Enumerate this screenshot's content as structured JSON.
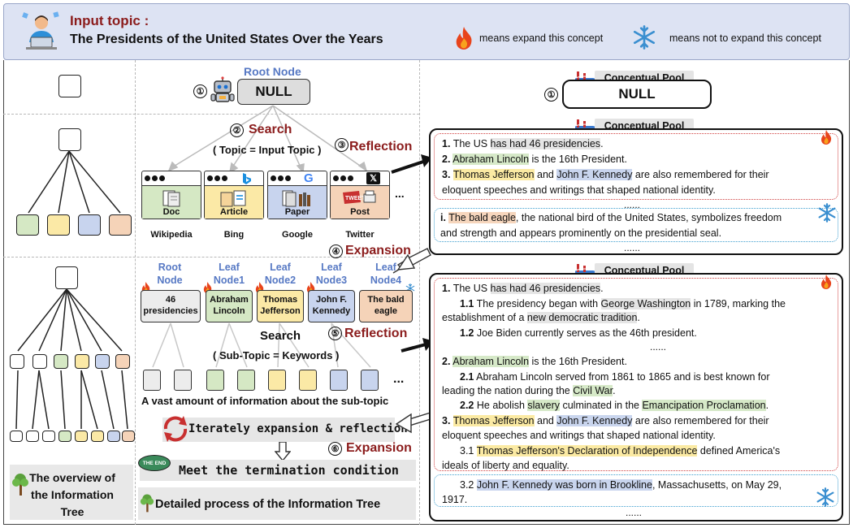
{
  "header": {
    "label": "Input topic :",
    "topic": "The Presidents of the United States Over the Years",
    "legend_expand": "means expand this concept",
    "legend_not_expand": "means not to expand this concept"
  },
  "left_column": {
    "overview_title": "The overview of the Information Tree"
  },
  "middle": {
    "root_label": "Root Node",
    "null": "NULL",
    "step1": "①",
    "step2_num": "②",
    "step2": "Search",
    "topic_eq": "( Topic = Input Topic )",
    "step3_num": "③",
    "step3": "Reflection",
    "sources": [
      {
        "name": "Doc",
        "site": "Wikipedia"
      },
      {
        "name": "Article",
        "site": "Bing"
      },
      {
        "name": "Paper",
        "site": "Google"
      },
      {
        "name": "Post",
        "site": "Twitter"
      }
    ],
    "ellipsis": "...",
    "step4_num": "④",
    "step4": "Expansion",
    "leaf_labels": [
      "Root Node",
      "Leaf Node1",
      "Leaf Node2",
      "Leaf Node3",
      "Leaf Node4"
    ],
    "leaf_values": [
      "46 presidencies",
      "Abraham Lincoln",
      "Thomas Jefferson",
      "John F. Kennedy",
      "The bald eagle"
    ],
    "search2": "Search",
    "step5_num": "⑤",
    "step5": "Reflection",
    "subtopic_eq": "( Sub-Topic = Keywords )",
    "vast_info": "A vast amount of information about the sub-topic",
    "iterate": "Iterately expansion & reflection",
    "step6_num": "⑥",
    "step6": "Expansion",
    "the_end": "THE END",
    "termination": "Meet the termination condition",
    "detailed": "Detailed process of the Information Tree"
  },
  "right": {
    "pool_label": "Conceptual Pool",
    "step1": "①",
    "null": "NULL",
    "pool2_expand_1_num": "1.",
    "pool2_expand_1_a": "The US ",
    "pool2_expand_1_h": "has had 46 presidencies",
    "pool2_expand_1_b": ".",
    "pool2_expand_2_num": "2.",
    "pool2_expand_2_h": "Abraham Lincoln",
    "pool2_expand_2_b": " is the 16th President.",
    "pool2_expand_3_num": "3.",
    "pool2_expand_3_h1": "Thomas Jefferson",
    "pool2_expand_3_mid": " and ",
    "pool2_expand_3_h2": "John F. Kennedy",
    "pool2_expand_3_b": " are also remembered for their",
    "pool2_expand_3_c": "eloquent speeches and writings that shaped national identity.",
    "pool2_dots": "......",
    "pool2_not_1_num": "i.",
    "pool2_not_1_h": "The bald eagle",
    "pool2_not_1_b": ", the national bird of the United States, symbolizes freedom",
    "pool2_not_1_c": "and strength and appears prominently on the presidential seal.",
    "pool3": {
      "l1_num": "1.",
      "l1_a": "The US ",
      "l1_h": "has had 46 presidencies",
      "l1_b": ".",
      "l11_num": "1.1",
      "l11_a": " The presidency began with ",
      "l11_h": "George Washington",
      "l11_b": " in 1789, marking the",
      "l11_c_a": "establishment of a ",
      "l11_c_h": "new democratic tradition",
      "l11_c_b": ".",
      "l12_num": "1.2",
      "l12_a": " Joe Biden currently serves as the 46th president.",
      "dots1": "......",
      "l2_num": "2.",
      "l2_h": "Abraham Lincoln",
      "l2_b": " is the 16th President.",
      "l21_num": "2.1",
      "l21_a": " Abraham Lincoln served from 1861 to 1865 and is best known for",
      "l21_c_a": "leading the nation during the ",
      "l21_c_h": "Civil War",
      "l21_c_b": ".",
      "l22_num": "2.2",
      "l22_a": " He abolish ",
      "l22_h1": "slavery",
      "l22_b": " culminated in the ",
      "l22_h2": "Emancipation Proclamation",
      "l22_c": ".",
      "l3_num": "3.",
      "l3_h1": "Thomas Jefferson",
      "l3_mid": " and ",
      "l3_h2": "John F. Kennedy",
      "l3_b": " are also remembered for their",
      "l3_c": "eloquent speeches and writings that shaped national identity.",
      "l31_num": "3.1 ",
      "l31_h": "Thomas Jefferson's Declaration of Independence",
      "l31_b": " defined America's",
      "l31_c": "ideals of liberty and equality.",
      "l32_num": "3.2 ",
      "l32_h": "John F. Kennedy was born in Brookline",
      "l32_b": ", Massachusetts, on May 29,",
      "l32_c": "1917.",
      "dots2": "......"
    }
  },
  "colors": {
    "green": "#d5e8c4",
    "yellow": "#fbe9a6",
    "blue": "#c8d4ee",
    "orange": "#f5d3b8",
    "dark_red": "#8b1c1c",
    "node_blue": "#5779c4"
  }
}
